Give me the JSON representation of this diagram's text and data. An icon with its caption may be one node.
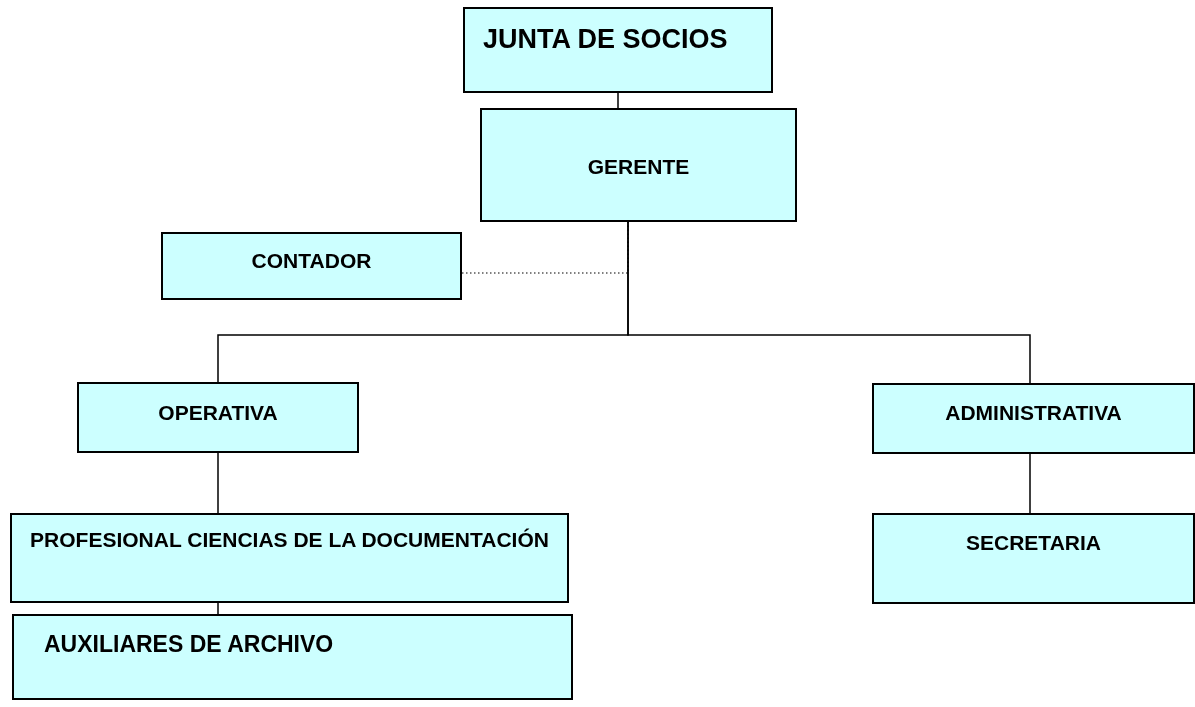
{
  "diagram": {
    "nodes": [
      {
        "text": [
          "JUNTA DE SOCIOS"
        ]
      },
      {
        "text": [
          "GERENTE"
        ]
      },
      {
        "text": [
          "CONTADOR"
        ]
      },
      {
        "text": [
          "OPERATIVA"
        ]
      },
      {
        "text": [
          "ADMINISTRATIVA"
        ]
      },
      {
        "text": [
          "PROFESIONAL CIENCIAS DE LA DOCUMENTACIÓN"
        ]
      },
      {
        "text": [
          "SECRETARIA"
        ]
      },
      {
        "text": [
          "AUXILIARES DE ARCHIVO"
        ]
      }
    ],
    "edges": [
      {
        "from": 0,
        "to": 1,
        "arrow": "none"
      },
      {
        "from": 2,
        "to": 1,
        "arrow": "none",
        "style": "dashed"
      },
      {
        "from": 1,
        "to": 3,
        "arrow": "none"
      },
      {
        "from": 1,
        "to": 4,
        "arrow": "none"
      },
      {
        "from": 3,
        "to": 5,
        "arrow": "none"
      },
      {
        "from": 4,
        "to": 6,
        "arrow": "none"
      },
      {
        "from": 5,
        "to": 7,
        "arrow": "none"
      }
    ]
  }
}
